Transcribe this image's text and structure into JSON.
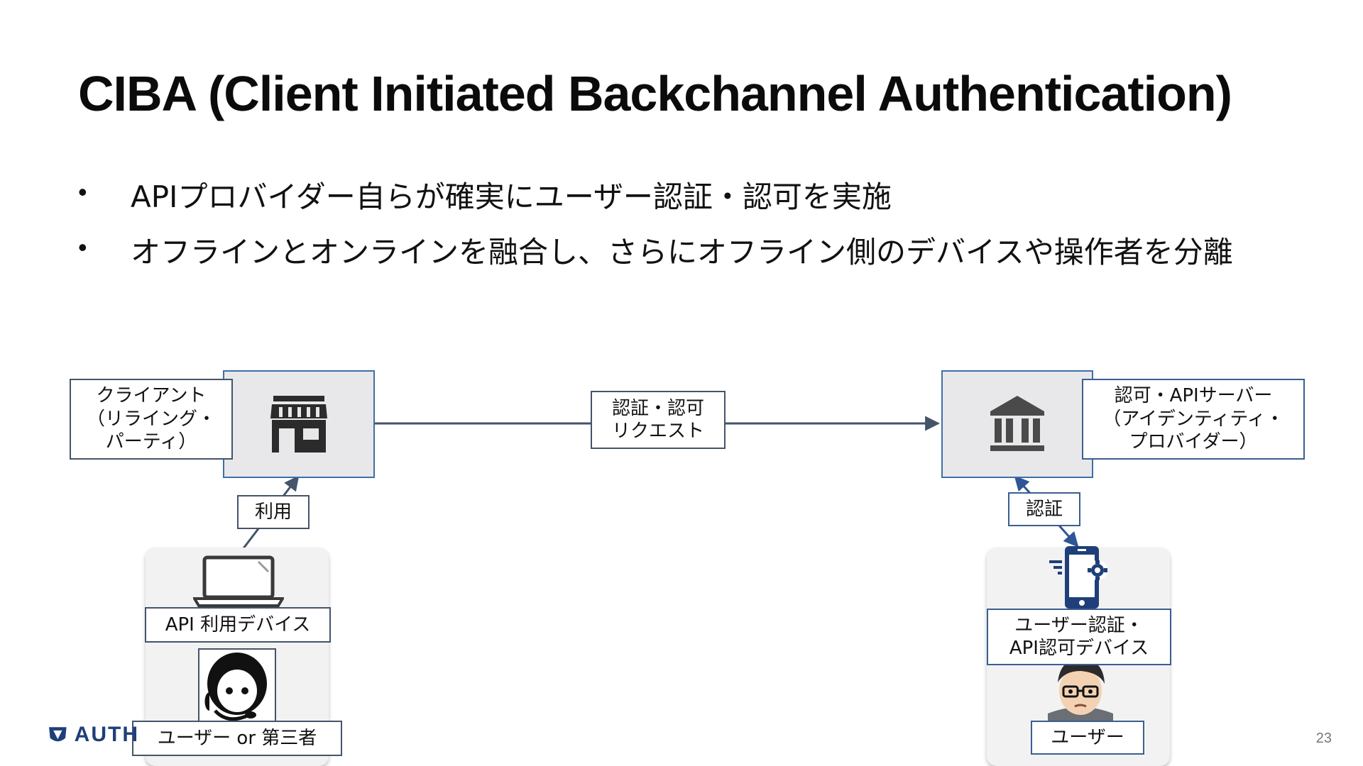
{
  "slide": {
    "title": "CIBA (Client Initiated Backchannel Authentication)",
    "page_number": "23"
  },
  "bullets": [
    {
      "marker": "•",
      "text": "APIプロバイダー自らが確実にユーザー認証・認可を実施"
    },
    {
      "marker": "•",
      "text": "オフラインとオンラインを融合し、さらにオフライン側のデバイスや操作者を分離"
    }
  ],
  "diagram": {
    "client_label": "クライアント\n（リライング・\nパーティ）",
    "server_label": "認可・APIサーバー\n（アイデンティティ・\nプロバイダー）",
    "request_label": "認証・認可\nリクエスト",
    "use_label": "利用",
    "auth_label": "認証",
    "left_device_label": "API 利用デバイス",
    "left_person_label": "ユーザー or 第三者",
    "right_device_label": "ユーザー認証・\nAPI認可デバイス",
    "right_person_label": "ユーザー"
  },
  "logo": {
    "text": "AUTH"
  },
  "icons": {
    "client": "store-icon",
    "server": "bank-icon",
    "left_device": "laptop-icon",
    "left_person": "headset-operator-icon",
    "right_device": "smartphone-settings-icon",
    "right_person": "user-avatar-icon",
    "logo": "authlete-logo-icon"
  },
  "colors": {
    "node_border": "#3f6fa8",
    "node_fill": "#e8e8ea",
    "arrow": "#44546a",
    "phone": "#1f3f7a",
    "icon": "#2b2b2b"
  }
}
